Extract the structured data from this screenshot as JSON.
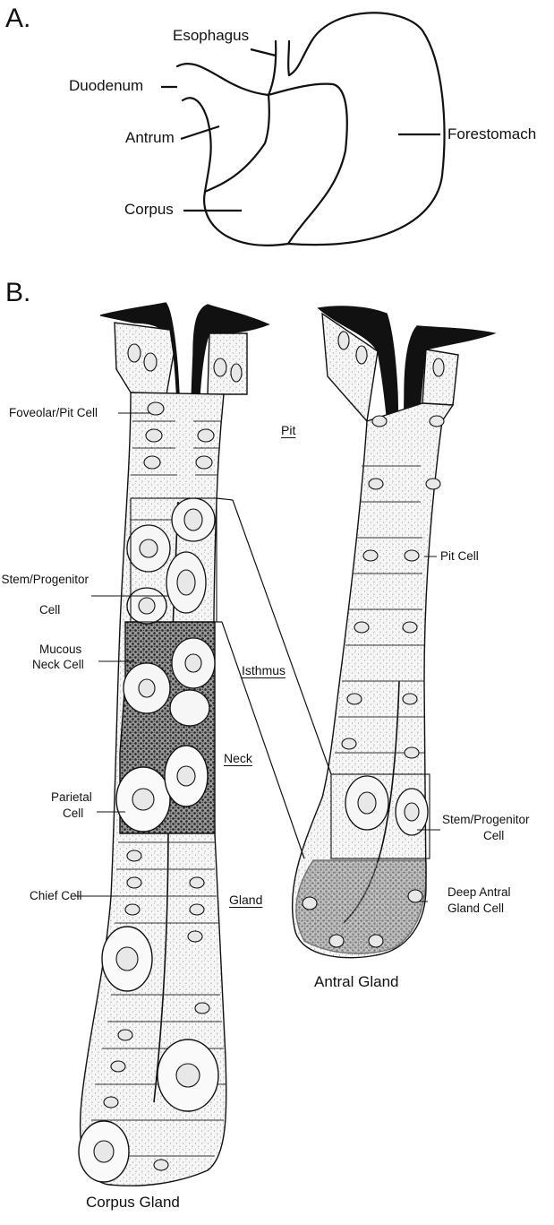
{
  "panel_a": {
    "letter": "A.",
    "labels": {
      "esophagus": "Esophagus",
      "duodenum": "Duodenum",
      "antrum": "Antrum",
      "corpus": "Corpus",
      "forestomach": "Forestomach"
    }
  },
  "panel_b": {
    "letter": "B.",
    "corpus_gland": {
      "title": "Corpus Gland",
      "labels": {
        "foveolar": "Foveolar/Pit Cell",
        "stem_1": "Stem/Progenitor",
        "stem_2": "Cell",
        "mucous_1": "Mucous",
        "mucous_2": "Neck Cell",
        "parietal_1": "Parietal",
        "parietal_2": "Cell",
        "chief": "Chief Cell"
      }
    },
    "regions": {
      "pit": "Pit",
      "isthmus": "Isthmus",
      "neck": "Neck",
      "gland": "Gland"
    },
    "antral_gland": {
      "title": "Antral Gland",
      "labels": {
        "pit_cell": "Pit Cell",
        "stem_1": "Stem/Progenitor",
        "stem_2": "Cell",
        "deep_1": "Deep Antral",
        "deep_2": "Gland Cell"
      }
    }
  },
  "colors": {
    "ink": "#111111",
    "background": "#ffffff",
    "cytoplasm": "#f3f3f3",
    "stipple": "#8a8a8a"
  }
}
